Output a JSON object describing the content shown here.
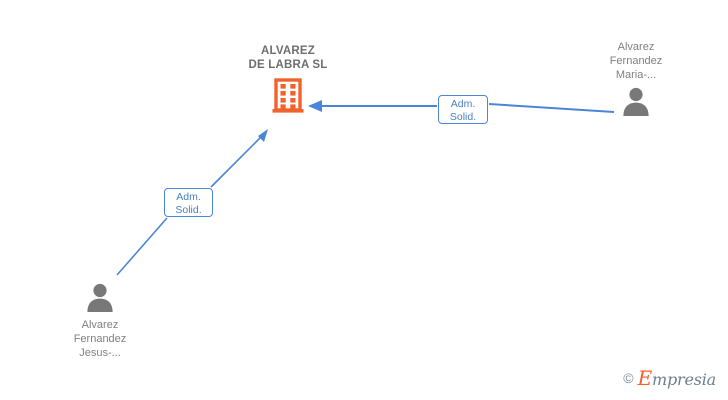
{
  "diagram": {
    "type": "org-relationship-graph",
    "background_color": "#ffffff",
    "company": {
      "name": "ALVAREZ\nDE LABRA SL",
      "icon": "building-icon",
      "icon_color": "#f4622c"
    },
    "people": [
      {
        "id": "person-right",
        "name": "Alvarez\nFernandez\nMaria-...",
        "icon": "person-icon",
        "icon_color": "#787878"
      },
      {
        "id": "person-left",
        "name": "Alvarez\nFernandez\nJesus-...",
        "icon": "person-icon",
        "icon_color": "#787878"
      }
    ],
    "edges": [
      {
        "id": "edge-right",
        "from": "person-right",
        "to": "company",
        "label": "Adm.\nSolid.",
        "color": "#4a86d8",
        "arrow": "to-company"
      },
      {
        "id": "edge-left",
        "from": "person-left",
        "to": "company",
        "label": "Adm.\nSolid.",
        "color": "#4a86d8",
        "arrow": "to-company"
      }
    ]
  },
  "watermark": {
    "copyright": "©",
    "cap": "E",
    "rest": "mpresia",
    "brand_color": "#f0622a",
    "text_color": "#6b7f91"
  }
}
